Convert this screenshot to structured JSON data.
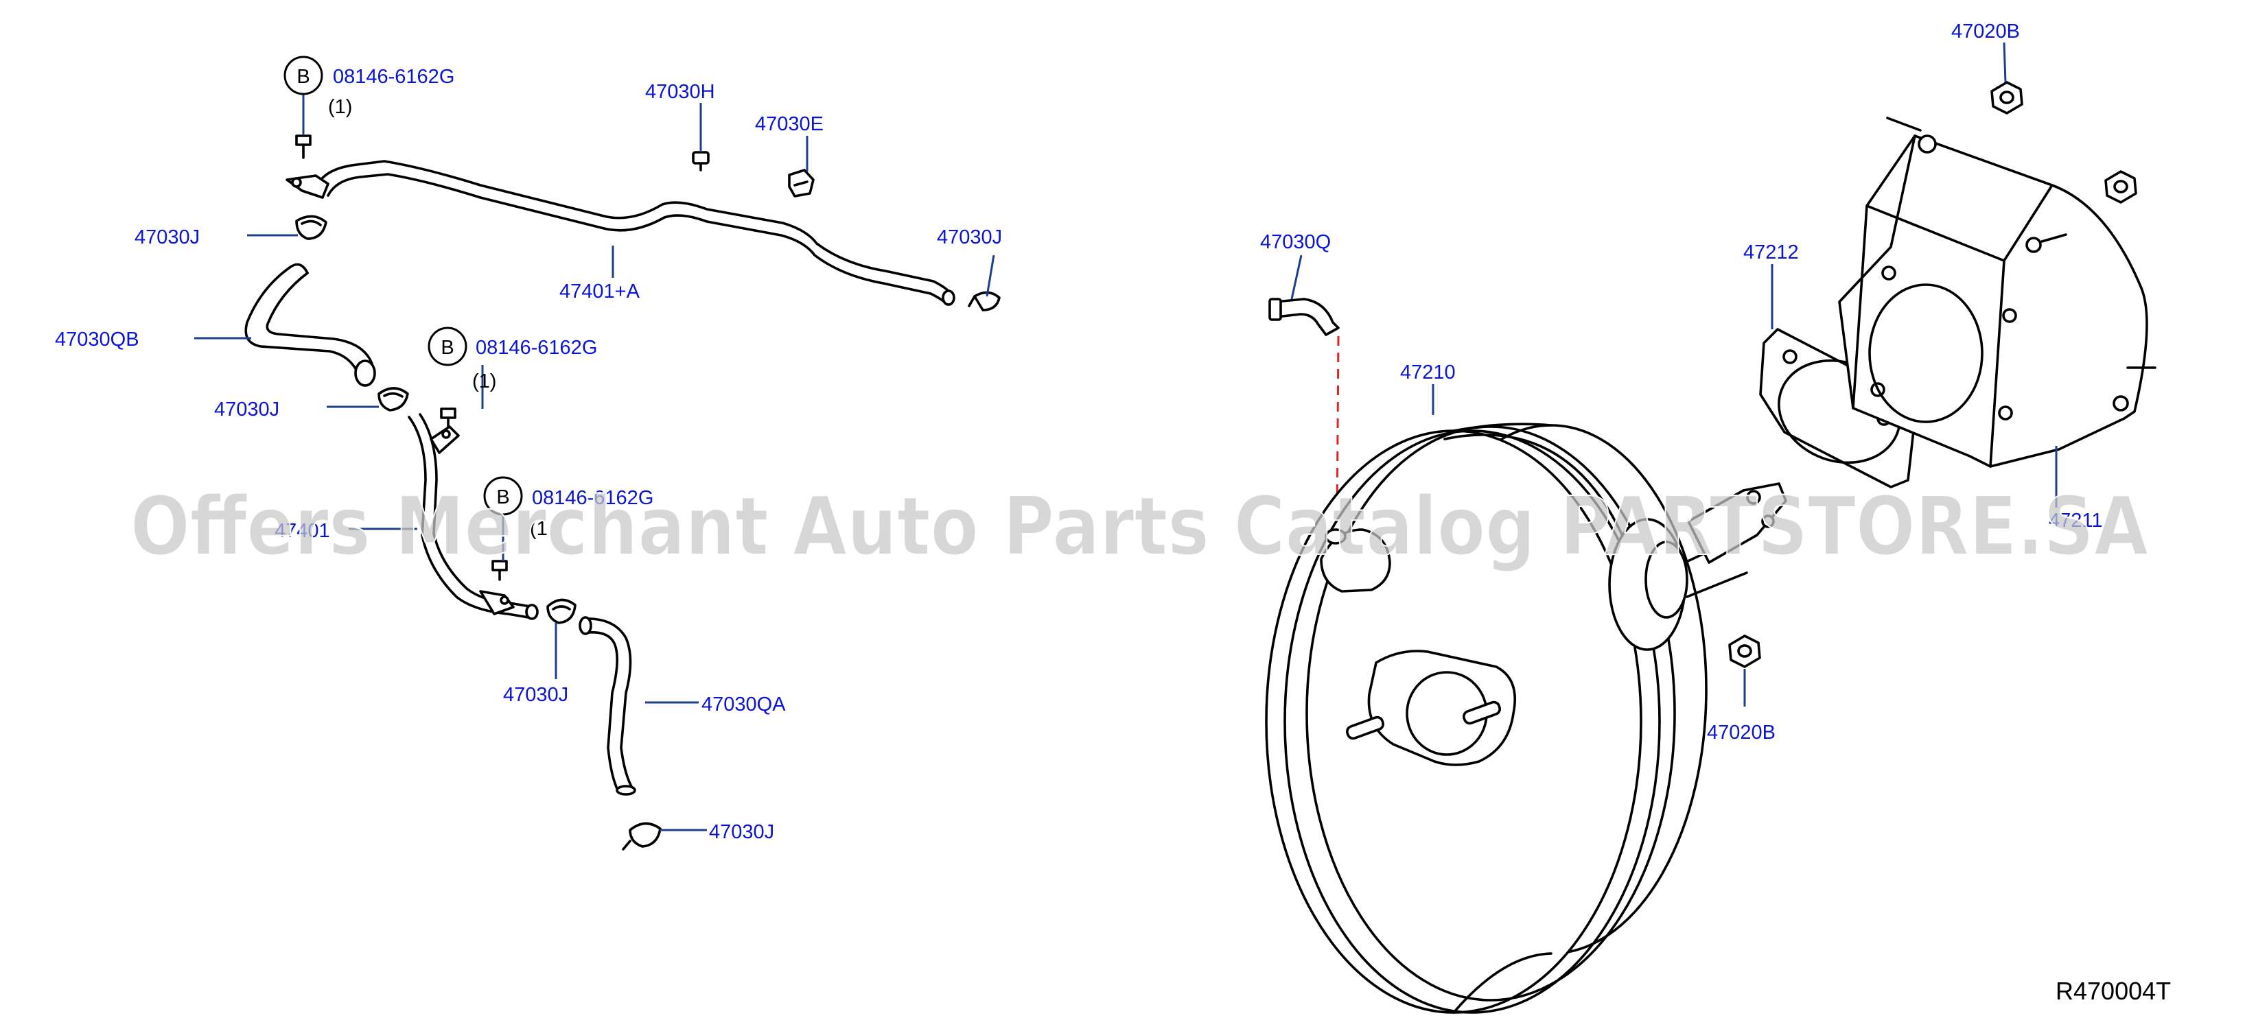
{
  "labels": {
    "bolt_top": "08146-6162G",
    "qty_top": "(1)",
    "h": "47030H",
    "e": "47030E",
    "j1": "47030J",
    "tube_a": "47401+A",
    "j2": "47030J",
    "qb": "47030QB",
    "bolt_mid": "08146-6162G",
    "qty_mid": "(1)",
    "j3": "47030J",
    "bolt_low": "08146-6162G",
    "qty_low": "(1",
    "tube": "47401",
    "j4": "47030J",
    "qa": "47030QA",
    "j5": "47030J",
    "q": "47030Q",
    "booster": "47210",
    "gasket": "47212",
    "b1": "47020B",
    "spacer": "47211",
    "b2": "47020B"
  },
  "bolt_marker": "B",
  "diagram_code": "R470004T",
  "watermark": "Offers Merchant Auto Parts Catalog PARTSTORE.SA",
  "colors": {
    "label": "#0a14d6",
    "leader": "#1e3f8c",
    "line": "#000000",
    "watermark": "#c8c8c8"
  }
}
